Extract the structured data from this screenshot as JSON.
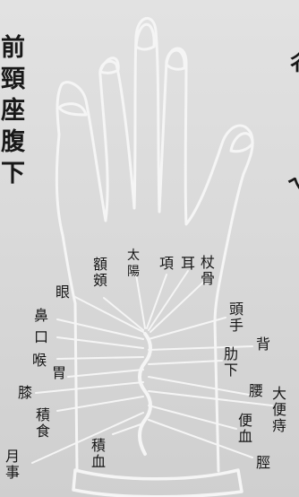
{
  "left_heading": [
    "前",
    "頸",
    "座",
    "腹",
    "下"
  ],
  "right_edge_fragments": [
    "彳",
    "ㄟ"
  ],
  "labels": {
    "yan": "眼",
    "bi": "鼻",
    "kou": "口",
    "hou": "喉",
    "wei": "胃",
    "xi": "膝",
    "jiji": "積\n食",
    "yueshi": "月\n事",
    "jingxue": "積\n血",
    "e_e": "額\n頞",
    "taiyang": "太\n陽",
    "ding": "項",
    "er": "耳",
    "zhenggu": "杖\n骨",
    "toushou": "頭\n手",
    "bei": "背",
    "leixia": "肋\n下",
    "yao": "腰",
    "dabianzhi": "大\n便\n痔",
    "bianxue": "便\n血",
    "jing": "脛"
  },
  "colors": {
    "ink": "#1b1b1b",
    "line": "#f4f4f4",
    "paper": "#d9d9d9"
  }
}
